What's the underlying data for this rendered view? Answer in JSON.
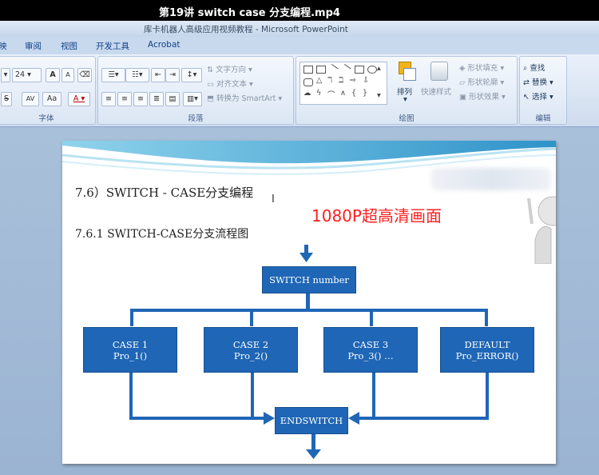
{
  "video_title": "第19讲  switch case 分支编程.mp4",
  "app_title": "库卡机器人高级应用视频教程 - Microsoft PowerPoint",
  "tabs": [
    "映",
    "审阅",
    "视图",
    "开发工具",
    "Acrobat"
  ],
  "ribbon": {
    "font_group": {
      "label": "字体",
      "font_size": "24",
      "bold_s": "S",
      "spacing": "AV",
      "case": "Aa",
      "grow": "A",
      "shrink": "A"
    },
    "paragraph_group": {
      "label": "段落",
      "text_direction": "文字方向",
      "align_text": "对齐文本",
      "convert_smartart": "转换为 SmartArt"
    },
    "drawing_group": {
      "label": "绘图",
      "arrange": "排列",
      "quick_styles": "快速样式",
      "shape_fill": "形状填充",
      "shape_outline": "形状轮廓",
      "shape_effects": "形状效果"
    },
    "editing_group": {
      "label": "编辑",
      "find": "查找",
      "replace": "替换",
      "select": "选择"
    }
  },
  "slide": {
    "heading": "7.6）SWITCH  -  CASE分支编程",
    "subheading": "7.6.1  SWITCH-CASE分支流程图",
    "overlay": "1080P超高清画面",
    "flow": {
      "start": "SWITCH  number",
      "cases": [
        {
          "line1": "CASE 1",
          "line2": "Pro_1()"
        },
        {
          "line1": "CASE 2",
          "line2": "Pro_2()"
        },
        {
          "line1": "CASE 3",
          "line2": "Pro_3() …"
        },
        {
          "line1": "DEFAULT",
          "line2": "Pro_ERROR()"
        }
      ],
      "end": "ENDSWITCH"
    }
  }
}
